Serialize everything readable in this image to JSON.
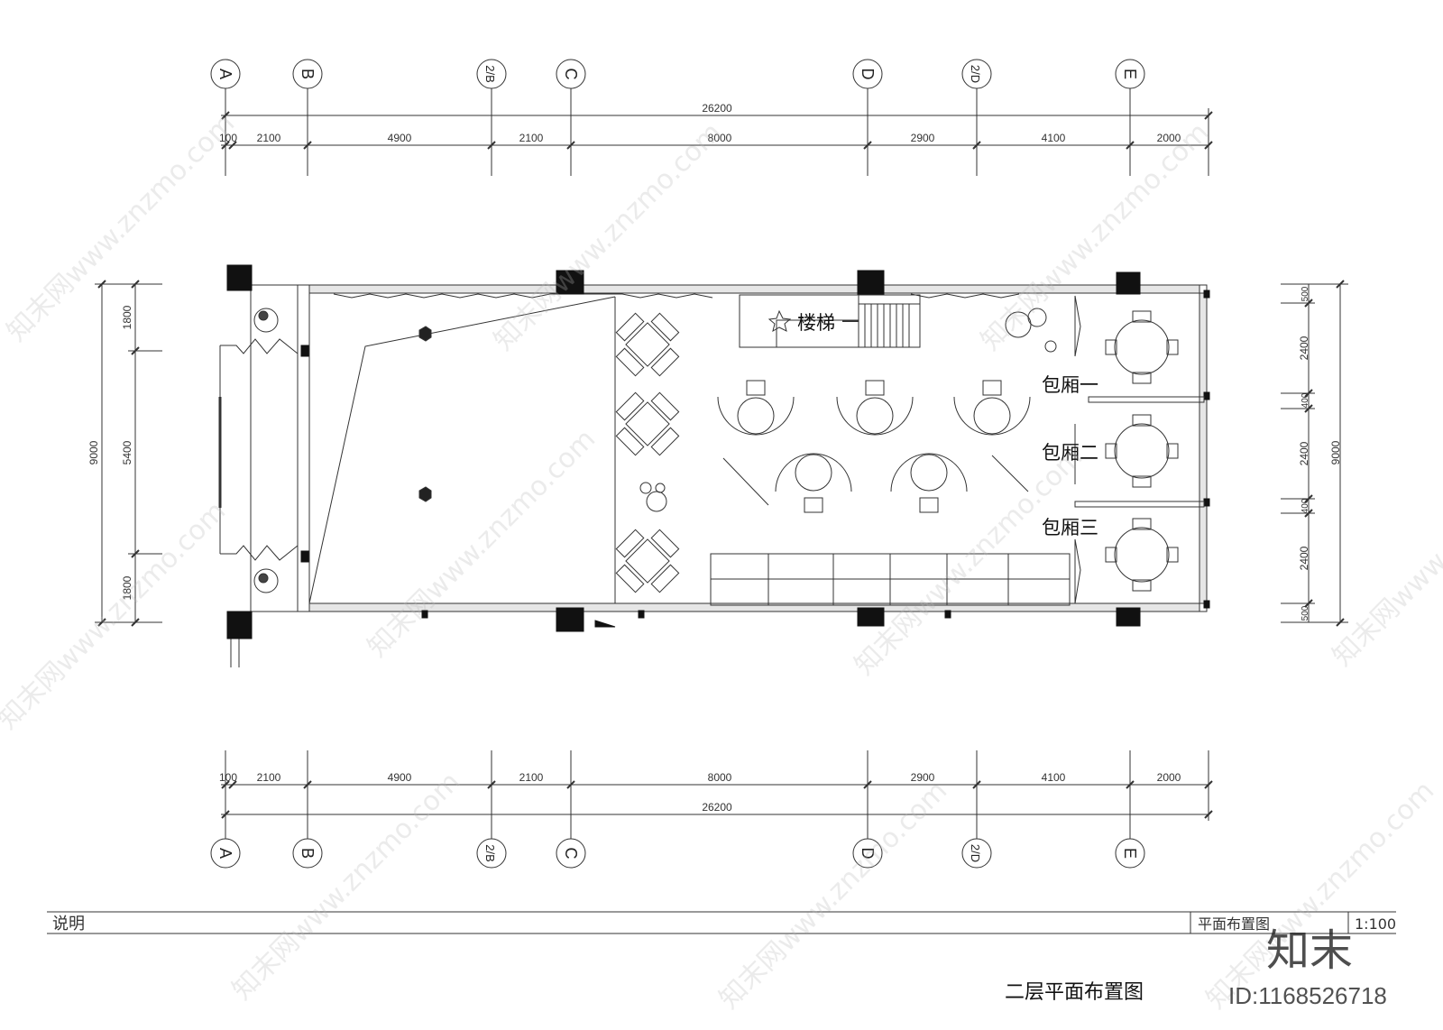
{
  "grid_axes": {
    "top": [
      "A",
      "B",
      "2/B",
      "C",
      "D",
      "2/D",
      "E"
    ],
    "bottom": [
      "A",
      "B",
      "2/B",
      "C",
      "D",
      "2/D",
      "E"
    ]
  },
  "dimensions": {
    "overall": "26200",
    "segments": [
      "100",
      "2100",
      "4900",
      "2100",
      "8000",
      "2900",
      "4100",
      "2000"
    ],
    "left_overall": "9000",
    "left_segments": [
      "1800",
      "5400",
      "1800"
    ],
    "right_overall": "9000",
    "right_segments": [
      "500",
      "2400",
      "400",
      "2400",
      "400",
      "2400",
      "500"
    ]
  },
  "rooms": {
    "stairs": "楼梯",
    "private_room_1": "包厢一",
    "private_room_2": "包厢二",
    "private_room_3": "包厢三"
  },
  "legend_bar": {
    "notes_label": "说明",
    "drawing_name": "平面布置图",
    "scale": "1:100"
  },
  "caption": "二层平面布置图",
  "watermark": {
    "site": "知末网www.znzmo.com",
    "brand": "知末",
    "id": "ID:1168526718"
  }
}
